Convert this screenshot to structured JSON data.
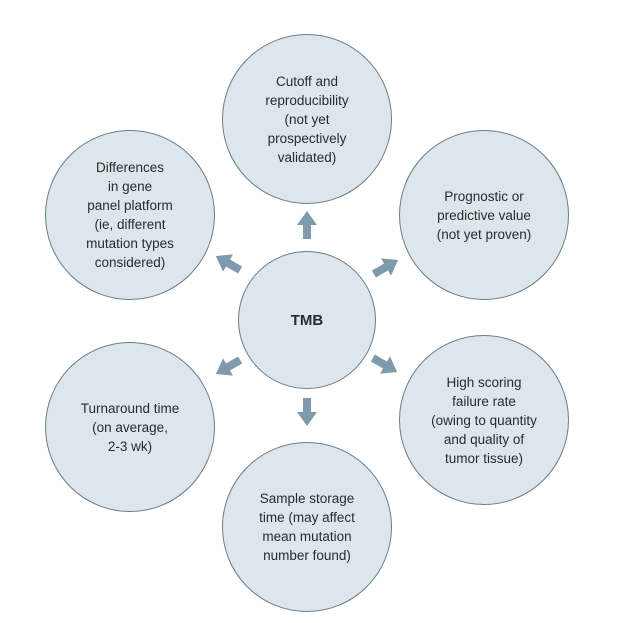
{
  "diagram": {
    "center": {
      "label": "TMB"
    },
    "cutoff": {
      "label": "Cutoff and\nreproducibility\n(not yet\nprospectively\nvalidated)"
    },
    "gene_panel": {
      "label": "Differences\nin gene\npanel platform\n(ie, different\nmutation types\nconsidered)"
    },
    "prognostic": {
      "label": "Prognostic or\npredictive value\n(not yet proven)"
    },
    "turnaround": {
      "label": "Turnaround time\n(on average,\n2-3 wk)"
    },
    "failure_rate": {
      "label": "High scoring\nfailure rate\n(owing to quantity\nand quality of\ntumor tissue)"
    },
    "sample_storage": {
      "label": "Sample storage\ntime (may affect\nmean mutation\nnumber found)"
    },
    "colors": {
      "node_fill": "#dde6ec",
      "node_border": "#6a7e8a",
      "arrow": "#7f9aad",
      "text": "#2b2b2b"
    }
  }
}
